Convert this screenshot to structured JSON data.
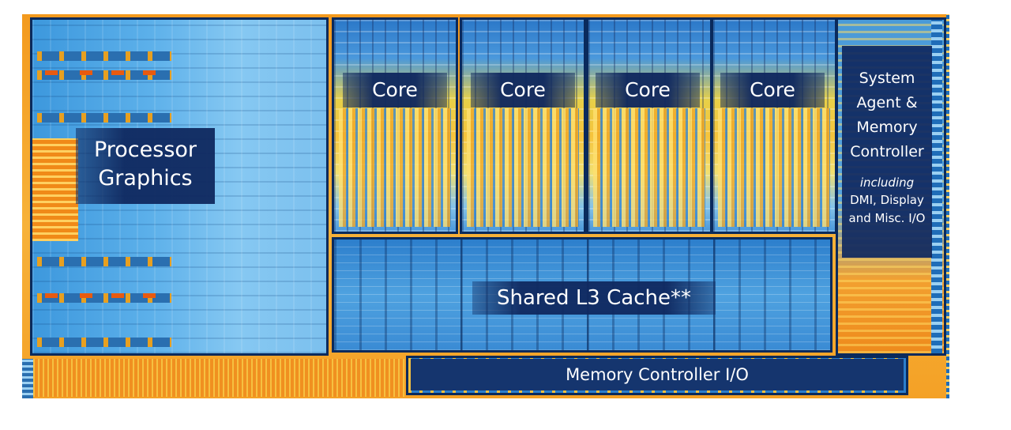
{
  "labels": {
    "processor_graphics": [
      "Processor",
      "Graphics"
    ],
    "cores": [
      "Core",
      "Core",
      "Core",
      "Core"
    ],
    "shared_l3_cache": "Shared L3 Cache**",
    "system_agent": {
      "title_lines": [
        "System",
        "Agent &",
        "Memory",
        "Controller"
      ],
      "subtitle_italic": "including",
      "subtitle_lines": [
        "DMI, Display",
        "and Misc. I/O"
      ]
    },
    "memory_controller_io": "Memory Controller I/O"
  },
  "colors": {
    "label_background": "#0f285f",
    "outline": "#0a2a5c",
    "die_orange": "#f39a1e",
    "die_blue": "#3d98dd",
    "core_yellow": "#f6c43c",
    "label_text": "#ffffff"
  }
}
